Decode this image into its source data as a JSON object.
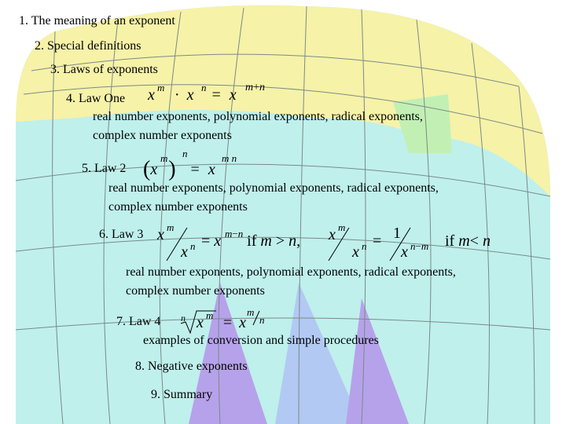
{
  "menu": {
    "items": [
      {
        "label": "1. The meaning of an exponent"
      },
      {
        "label": "2. Special definitions"
      },
      {
        "label": "3. Laws of exponents"
      },
      {
        "label": "4. Law One"
      },
      {
        "label": "5. Law 2"
      },
      {
        "label": "6. Law 3"
      },
      {
        "label": "7. Law 4"
      },
      {
        "label": "8. Negative exponents"
      },
      {
        "label": "9. Summary"
      }
    ]
  },
  "law_one": {
    "detail_line1": "real number exponents, polynomial exponents, radical exponents,",
    "detail_line2": "complex number exponents"
  },
  "law_two": {
    "detail_line1": "real number exponents, polynomial exponents, radical exponents,",
    "detail_line2": "complex number exponents"
  },
  "law_three": {
    "detail_line1": "real number exponents, polynomial exponents, radical exponents,",
    "detail_line2": "complex number exponents",
    "cond1": "if",
    "cond2": "if"
  },
  "law_four": {
    "detail": "examples of conversion and simple procedures"
  },
  "symbols": {
    "x": "x",
    "m": "m",
    "n": "n",
    "one": "1",
    "eq": "=",
    "dot": "·",
    "minus": "−",
    "plus": "+",
    "gt": ">",
    "lt": "<",
    "comma": ","
  },
  "colors": {
    "yellow": "#f6f2a8",
    "green": "#c2f0b4",
    "cyan": "#bff0ec",
    "purple": "#b6a2ea",
    "blue": "#b2c9f4",
    "grid": "#7b8a86"
  }
}
